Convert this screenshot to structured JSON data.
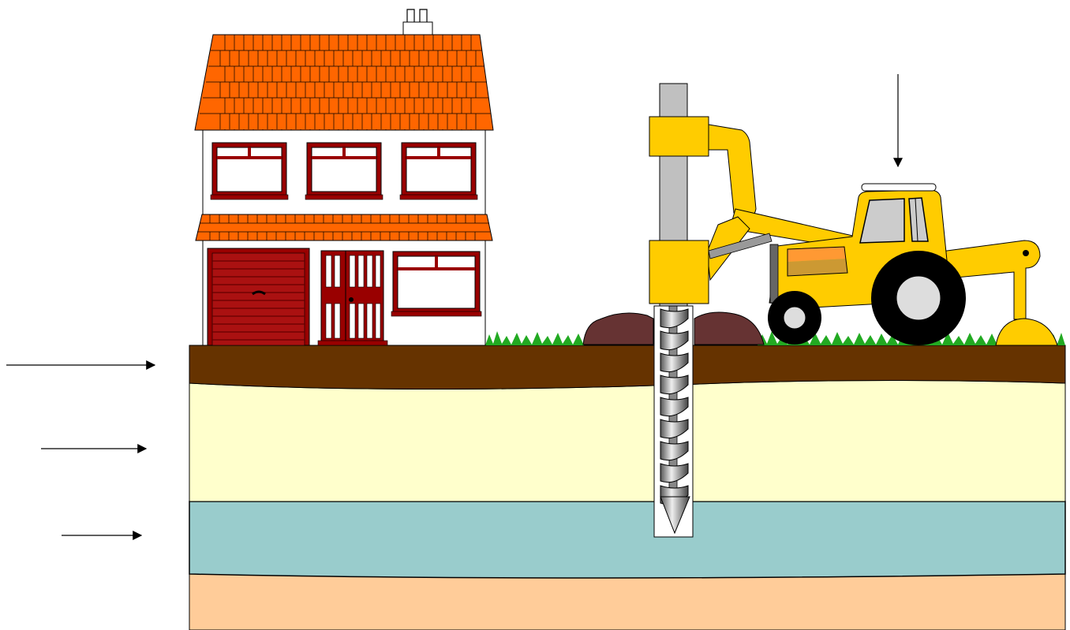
{
  "diagram": {
    "kind": "ground-boring-cross-section",
    "labels": {},
    "colors": {
      "topsoil": "#663300",
      "clay": "#ffffcc",
      "gravel_water": "#99cccc",
      "sand": "#ffcc99",
      "grass": "#22aa22",
      "roof_tile": "#ff6600",
      "house_trim": "#990000",
      "rig_yellow": "#ffcc00",
      "mast_grey": "#c0c0c0",
      "spoil_heap": "#663333"
    },
    "arrows": [
      {
        "id": "topsoil-arrow",
        "points_to": "topsoil-layer"
      },
      {
        "id": "clay-arrow",
        "points_to": "clay-layer"
      },
      {
        "id": "gravel-arrow",
        "points_to": "gravel-layer"
      },
      {
        "id": "rig-arrow",
        "points_to": "drilling-rig"
      }
    ]
  }
}
